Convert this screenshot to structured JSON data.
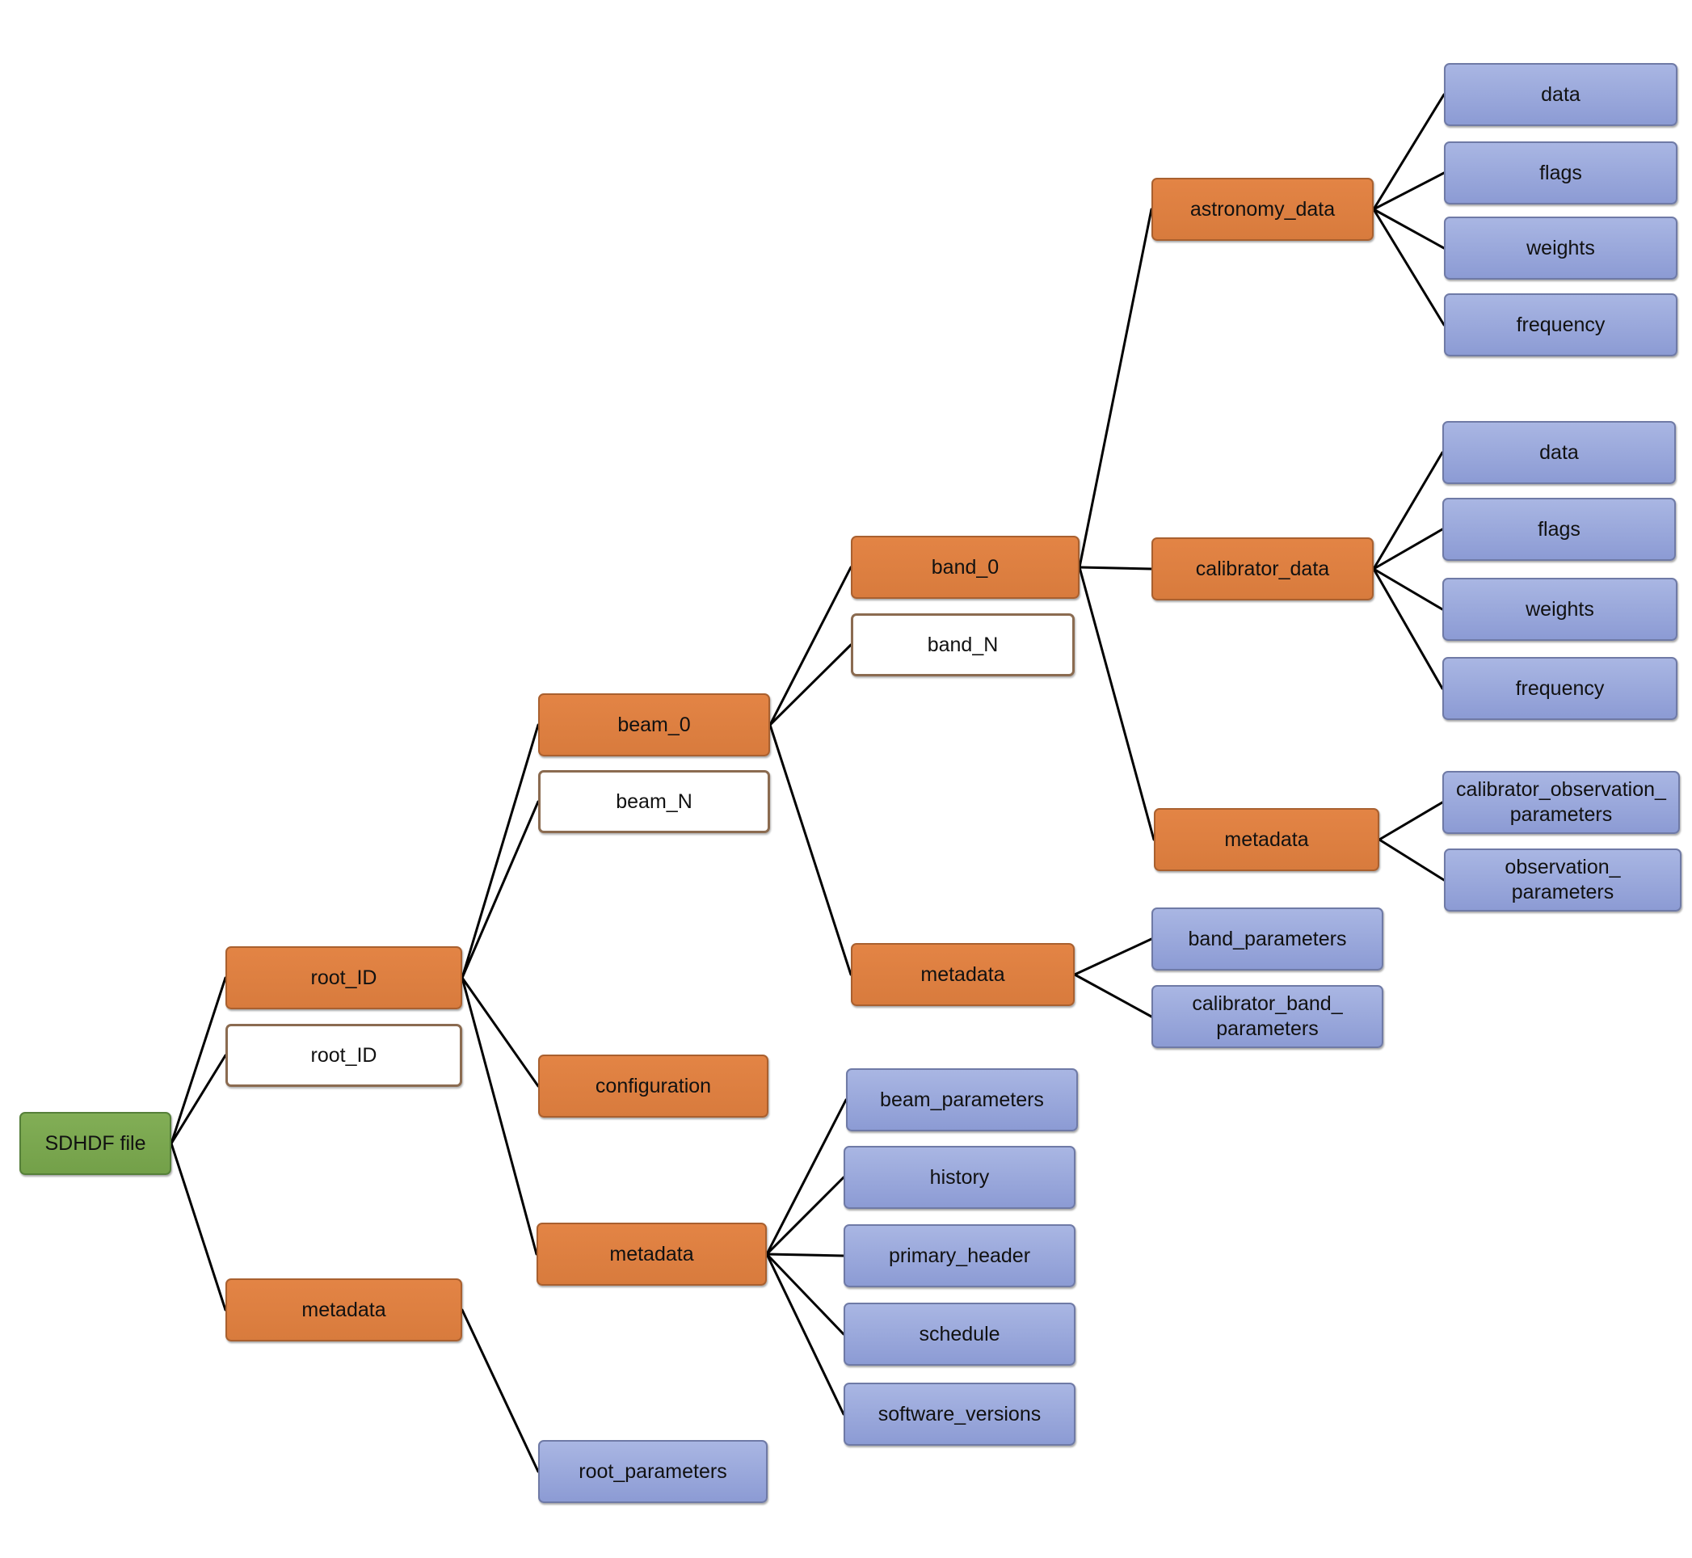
{
  "nodes": [
    {
      "id": "sdhdf_file",
      "label": "SDHDF file",
      "style": "green"
    },
    {
      "id": "root_id",
      "label": "root_ID",
      "style": "orange"
    },
    {
      "id": "root_id_n",
      "label": "root_ID",
      "style": "white"
    },
    {
      "id": "root_metadata",
      "label": "metadata",
      "style": "orange"
    },
    {
      "id": "root_parameters",
      "label": "root_parameters",
      "style": "blue"
    },
    {
      "id": "beam_0",
      "label": "beam_0",
      "style": "orange"
    },
    {
      "id": "beam_n",
      "label": "beam_N",
      "style": "white"
    },
    {
      "id": "configuration",
      "label": "configuration",
      "style": "orange"
    },
    {
      "id": "rootid_metadata",
      "label": "metadata",
      "style": "orange"
    },
    {
      "id": "beam_parameters",
      "label": "beam_parameters",
      "style": "blue"
    },
    {
      "id": "history",
      "label": "history",
      "style": "blue"
    },
    {
      "id": "primary_header",
      "label": "primary_header",
      "style": "blue"
    },
    {
      "id": "schedule",
      "label": "schedule",
      "style": "blue"
    },
    {
      "id": "software_versions",
      "label": "software_versions",
      "style": "blue"
    },
    {
      "id": "band_0",
      "label": "band_0",
      "style": "orange"
    },
    {
      "id": "band_n",
      "label": "band_N",
      "style": "white"
    },
    {
      "id": "beam_metadata",
      "label": "metadata",
      "style": "orange"
    },
    {
      "id": "band_parameters",
      "label": "band_parameters",
      "style": "blue"
    },
    {
      "id": "calibrator_band_parameters",
      "label": "calibrator_band_\nparameters",
      "style": "blue"
    },
    {
      "id": "astronomy_data",
      "label": "astronomy_data",
      "style": "orange"
    },
    {
      "id": "calibrator_data",
      "label": "calibrator_data",
      "style": "orange"
    },
    {
      "id": "band_metadata",
      "label": "metadata",
      "style": "orange"
    },
    {
      "id": "astro_data",
      "label": "data",
      "style": "blue"
    },
    {
      "id": "astro_flags",
      "label": "flags",
      "style": "blue"
    },
    {
      "id": "astro_weights",
      "label": "weights",
      "style": "blue"
    },
    {
      "id": "astro_frequency",
      "label": "frequency",
      "style": "blue"
    },
    {
      "id": "cal_data",
      "label": "data",
      "style": "blue"
    },
    {
      "id": "cal_flags",
      "label": "flags",
      "style": "blue"
    },
    {
      "id": "cal_weights",
      "label": "weights",
      "style": "blue"
    },
    {
      "id": "cal_frequency",
      "label": "frequency",
      "style": "blue"
    },
    {
      "id": "calibrator_observation_parameters",
      "label": "calibrator_observation_\nparameters",
      "style": "blue"
    },
    {
      "id": "observation_parameters",
      "label": "observation_\nparameters",
      "style": "blue"
    }
  ],
  "edges": [
    [
      "sdhdf_file",
      "root_id"
    ],
    [
      "sdhdf_file",
      "root_id_n"
    ],
    [
      "sdhdf_file",
      "root_metadata"
    ],
    [
      "root_metadata",
      "root_parameters"
    ],
    [
      "root_id",
      "beam_0"
    ],
    [
      "root_id",
      "beam_n"
    ],
    [
      "root_id",
      "configuration"
    ],
    [
      "root_id",
      "rootid_metadata"
    ],
    [
      "rootid_metadata",
      "beam_parameters"
    ],
    [
      "rootid_metadata",
      "history"
    ],
    [
      "rootid_metadata",
      "primary_header"
    ],
    [
      "rootid_metadata",
      "schedule"
    ],
    [
      "rootid_metadata",
      "software_versions"
    ],
    [
      "beam_0",
      "band_0"
    ],
    [
      "beam_0",
      "band_n"
    ],
    [
      "beam_0",
      "beam_metadata"
    ],
    [
      "beam_metadata",
      "band_parameters"
    ],
    [
      "beam_metadata",
      "calibrator_band_parameters"
    ],
    [
      "band_0",
      "astronomy_data"
    ],
    [
      "band_0",
      "calibrator_data"
    ],
    [
      "band_0",
      "band_metadata"
    ],
    [
      "astronomy_data",
      "astro_data"
    ],
    [
      "astronomy_data",
      "astro_flags"
    ],
    [
      "astronomy_data",
      "astro_weights"
    ],
    [
      "astronomy_data",
      "astro_frequency"
    ],
    [
      "calibrator_data",
      "cal_data"
    ],
    [
      "calibrator_data",
      "cal_flags"
    ],
    [
      "calibrator_data",
      "cal_weights"
    ],
    [
      "calibrator_data",
      "cal_frequency"
    ],
    [
      "band_metadata",
      "calibrator_observation_parameters"
    ],
    [
      "band_metadata",
      "observation_parameters"
    ]
  ]
}
